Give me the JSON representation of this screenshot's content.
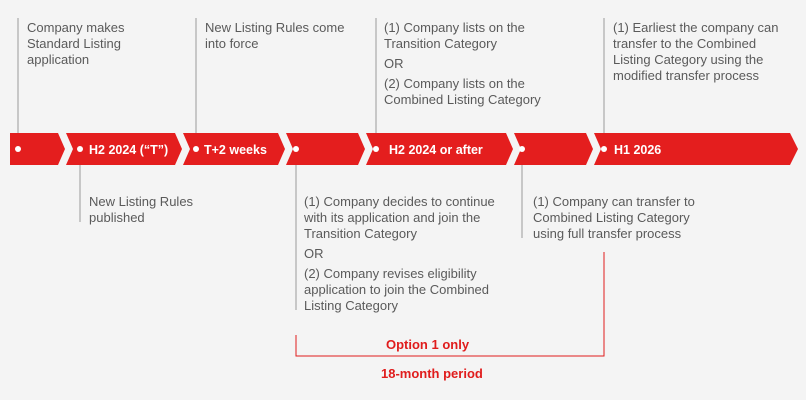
{
  "colors": {
    "arrow": "#e41e1e",
    "dot": "#ffffff",
    "line": "#9a9a9a",
    "accent": "#e01c1c",
    "text": "#5a5a5a"
  },
  "segments": {
    "s1": "H2 2024 (“T”)",
    "s2": "T+2 weeks",
    "s3": "H2 2024 or after",
    "s4": "H1 2026"
  },
  "above": {
    "a1": "Company makes Standard Listing application",
    "a2": "New Listing Rules come into force",
    "a3_1": "(1) Company lists on the Transition Category",
    "a3_or": "OR",
    "a3_2": "(2) Company lists on the Combined Listing Category",
    "a4": "(1) Earliest the company can transfer to the Combined Listing Category using the modified transfer process"
  },
  "below": {
    "b1": "New Listing Rules published",
    "b2_1": "(1) Company decides to continue with its application and join the Transition Category",
    "b2_or": "OR",
    "b2_2": "(2) Company revises eligibility application to join the Combined Listing Category",
    "b3": "(1) Company can transfer to Combined Listing Category using full transfer process"
  },
  "brackets": {
    "option": "Option 1 only",
    "period": "18-month period"
  }
}
